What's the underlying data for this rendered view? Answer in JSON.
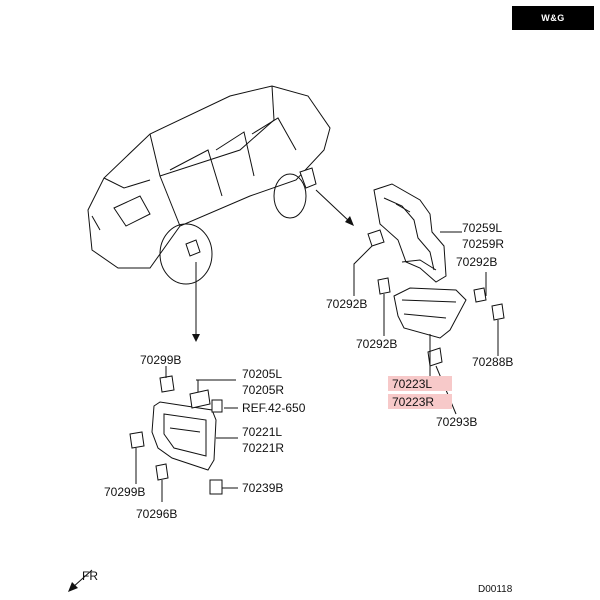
{
  "brand": {
    "logo_text": "W&G"
  },
  "labels": {
    "p70259L": "70259L",
    "p70259R": "70259R",
    "p70292B_a": "70292B",
    "p70292B_b": "70292B",
    "p70292B_c": "70292B",
    "p70288B": "70288B",
    "p70223L": "70223L",
    "p70223R": "70223R",
    "p70293B": "70293B",
    "p70299B_a": "70299B",
    "p70205L": "70205L",
    "p70205R": "70205R",
    "ref": "REF.42-650",
    "p70221L": "70221L",
    "p70221R": "70221R",
    "p70299B_b": "70299B",
    "p70239B": "70239B",
    "p70296B": "70296B",
    "fr": "FR",
    "code": "D00118"
  },
  "colors": {
    "highlight": "#f7c9c9",
    "line": "#111111"
  }
}
